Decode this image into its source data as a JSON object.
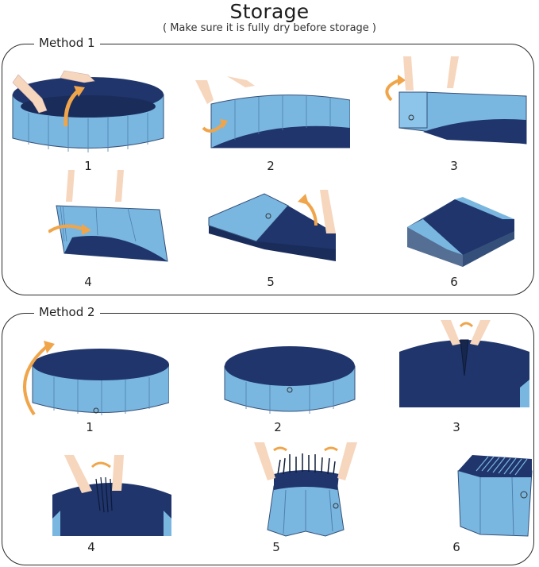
{
  "header": {
    "title": "Storage",
    "subtitle": "( Make sure it is fully dry before storage )"
  },
  "colors": {
    "pool_inner": "#1f356b",
    "pool_outer": "#7ab7e0",
    "arrow": "#f0a54a",
    "hand": "#f6d6bd",
    "border": "#2b2b2b"
  },
  "methods": [
    {
      "label": "Method 1",
      "steps": [
        {
          "number": "1",
          "illustration": "round pool, hands lifting wall, curved arrow up"
        },
        {
          "number": "2",
          "illustration": "wall section lifted with arrow"
        },
        {
          "number": "3",
          "illustration": "wall folded over with curved arrow"
        },
        {
          "number": "4",
          "illustration": "wall panels folding with arrow right"
        },
        {
          "number": "5",
          "illustration": "folded stack, hand folding tip up"
        },
        {
          "number": "6",
          "illustration": "folded square stack"
        }
      ]
    },
    {
      "label": "Method 2",
      "steps": [
        {
          "number": "1",
          "illustration": "round pool with large curved arrow"
        },
        {
          "number": "2",
          "illustration": "pool upside down"
        },
        {
          "number": "3",
          "illustration": "hands pinching floor center"
        },
        {
          "number": "4",
          "illustration": "hands gathering pleats"
        },
        {
          "number": "5",
          "illustration": "hands pushing pleats together"
        },
        {
          "number": "6",
          "illustration": "compact folded cylinder"
        }
      ]
    }
  ]
}
